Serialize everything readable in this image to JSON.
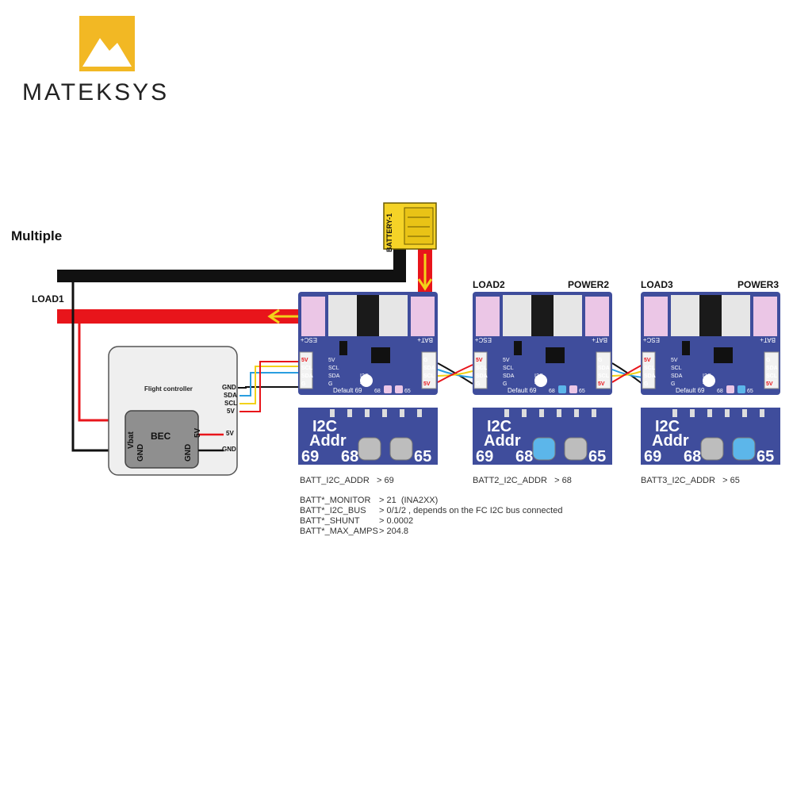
{
  "brand": {
    "name": "MATEKSYS",
    "color": "#f2b824"
  },
  "heading": "Multiple",
  "battery": {
    "label": "BATTERY-1",
    "color": "#f5d327"
  },
  "loads": [
    "LOAD1",
    "LOAD2",
    "LOAD3"
  ],
  "powers": [
    "POWER2",
    "POWER3"
  ],
  "flight_controller": {
    "title": "Flight controller",
    "bec": {
      "title": "BEC",
      "left_pins": [
        "Vbat",
        "GND"
      ],
      "right_pins": [
        "GND",
        "5V"
      ]
    },
    "bec_out": [
      "5V",
      "GND"
    ],
    "i2c_pins": [
      "GND",
      "SDA",
      "SCL",
      "5V"
    ]
  },
  "board": {
    "esc_label": "ESC+",
    "bat_label": "BAT+",
    "left_pins": [
      "5V",
      "SCL",
      "SDA",
      "G"
    ],
    "right_pins": [
      "G",
      "SDA",
      "SCL",
      "5V"
    ],
    "middle_pins": [
      "5V",
      "SCL",
      "SDA",
      "G"
    ],
    "i2c_label": "I2C",
    "addr_label": "Addr",
    "default_label": "Default 69",
    "pad_labels": [
      "68",
      "65"
    ]
  },
  "zoom": {
    "title": "I2C",
    "sub": "Addr",
    "nums": [
      "69",
      "68",
      "65"
    ]
  },
  "modules": [
    {
      "addr_param": "BATT_I2C_ADDR",
      "addr_value": "> 69",
      "bridged": "none"
    },
    {
      "addr_param": "BATT2_I2C_ADDR",
      "addr_value": "> 68",
      "bridged": "68"
    },
    {
      "addr_param": "BATT3_I2C_ADDR",
      "addr_value": "> 65",
      "bridged": "65"
    }
  ],
  "params": [
    {
      "name": "BATT*_MONITOR",
      "value": "> 21  (INA2XX)"
    },
    {
      "name": "BATT*_I2C_BUS",
      "value": "> 0/1/2 , depends on the FC I2C bus connected"
    },
    {
      "name": "BATT*_SHUNT",
      "value": "> 0.0002"
    },
    {
      "name": "BATT*_MAX_AMPS",
      "value": "> 204.8"
    }
  ],
  "colors": {
    "board": "#3f4d9c",
    "power_red": "#e8151b",
    "ground_black": "#111111",
    "wire_yellow": "#f2d21a",
    "wire_blue": "#2a9ee0",
    "pad_pink": "#ebc6e6",
    "solder_bridge": "#5cb6ea"
  }
}
